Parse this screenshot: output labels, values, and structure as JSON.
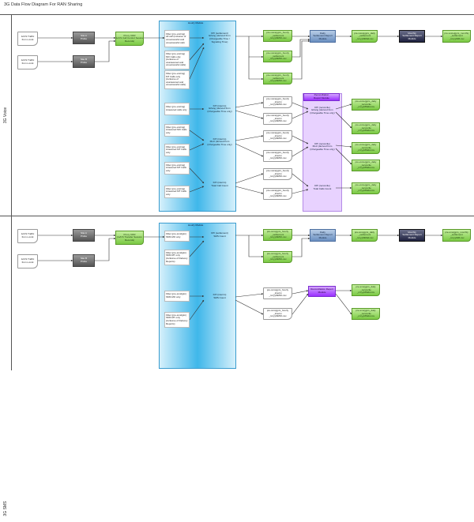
{
  "title": "3G Data Flow Diagram For  RAN Sharing",
  "lanes": {
    "voice": "3G Voice",
    "sms": "3G SMS"
  },
  "voice": {
    "hourly_title": "Hourly Module",
    "traffic_a": "Iu/CS Traffic\nfrom s-Link",
    "traffic_b": "Iu/CS Traffic\nfrom s-Link",
    "probe_a": "Site A\nProbe",
    "probe_b": "Site B\nProbe",
    "proxy": "Proxy CDR\n(Iu/CS Call Control Session\nRecords)",
    "filter1": "Filter (pre-voicing) All call (inclusive of unsuccessful and unsuccessful call)",
    "filter2": "Filter (pre-voicing) MO Calls only (inclusive of unanswered and unsuccessful calls)",
    "filter3": "Filter (pre-voicing) MT Calls only (inclusive of unanswered and unsuccessful calls)",
    "filter4": "Filter (pre-voicing) Answered calls only",
    "filter5": "Filter (pre-voicing) Answered MO Calls only",
    "filter6": "Filter (pre-voicing) Answered MT Calls only",
    "filter7": "Filter (pre-voicing) Answered MT Calls only",
    "kpi1": "KPI (settlement)\nErlang (derived from\n(Chargeable Time /\nSignaling Time)",
    "kpi2": "KPI (interim)\nErlang (derived from\n(Chargeable Time only)",
    "kpi3": "KPI (interim)\nMoU (derived from\n(Chargeable Time only)",
    "kpi4": "KPI (interim)\nTotal Call Count",
    "out1": "pre-voice|gprs_hourly\n_settlement\n_rccyyMMhh.csv",
    "out2": "pre-voice|gprs_hourly\n_settlement\n_rccyyMMhh.csv",
    "out3": "pre-voice|gprs_hourly\n_settlement\n_rccyyMMhh.csv",
    "int1": "pre-voice|gprs_hourly\n_interim\n_rccyyMMhh.csv",
    "int2": "pre-voice|gprs_hourly\n_interim\n_rccyyMMhh.csv",
    "int3": "pre-voice|gprs_hourly\n_interim\n_rccyyMMhh.csv",
    "int4": "pre-voice|gprs_hourly\n_interim\n_rccyyMMhh.csv",
    "int5": "pre-voice|gprs_hourly\n_interim\n_rccyyMMhh.csv",
    "int6": "pre-voice|gprs_hourly\n_interim\n_rccyyMMhh.csv",
    "daily_set": "pre-voice|gprs_daily\n_settlement\n_rccyyMMdd.csv",
    "daily_report": "Daily\nSettlement Report\nModule",
    "monthly_report": "Monthly\nSettlement Report\nModule",
    "monthly_out": "pre-voice|gprs_monthly\n_settlement\n_rccyyMM.csv",
    "recon_title": "Reconciliation\nReport Module",
    "recon_kpi1": "KPI (reconcile)\nErlang (derived from\n(Chargeable Time only)",
    "recon_kpi2": "KPI (reconcile)\nMoU (derived from\n(Chargeable Time only)",
    "recon_kpi3": "KPI (reconcile)\nTotal Calls Count",
    "recon_out1": "pre-voice|gprs_daily\n_reconcile\n_rccyyMMdd.csv",
    "recon_out2": "pre-voice|gprs_daily\n_reconcile\n_rccyyMMdd.csv",
    "recon_out3": "pre-voice|gprs_daily\n_reconcile\n_rccyyMMdd.csv",
    "recon_out4": "pre-voice|gprs_daily\n_reconcile\n_rccyyMMdd.csv",
    "recon_out5": "pre-voice|gprs_daily\n_reconcile\n_rccyyMMdd.csv"
  },
  "sms": {
    "hourly_title": "Hourly Module",
    "traffic_a": "Iu/CS Traffic\nfrom s-Link",
    "traffic_b": "Iu/CS Traffic\nfrom s-Link",
    "probe_a": "Site A\nProbe",
    "probe_b": "Site B\nProbe",
    "proxy": "Proxy CDR\n(Iu/CS Transfer Session\nRecords)",
    "filter1": "Filter (pre-smsfgtm) SMS MO only",
    "filter2": "Filter (pre-smsfgtm) SMS MT only (inclusive of Delivery Reports)",
    "filter3": "Filter (pre-smsfgtm) SMS MO only",
    "filter4": "Filter (pre-smsfgtm) SMS MT only (inclusive of Delivery Reports)",
    "kpi1": "KPI (settlement)\nSMS Count",
    "kpi2": "KPI (interim)\nSMS Count",
    "out1": "pre-sms|gprs_hourly\n_settlement\n_rccyyMMhh.csv",
    "out2": "pre-sms|gprs_hourly\n_settlement\n_rccyyMMhh.csv",
    "int1": "pre-sms|gprs_hourly\n_interim\n_rccyyMMhh.csv",
    "int2": "pre-sms|gprs_hourly\n_interim\n_rccyyMMhh.csv",
    "daily_set": "pre-sms|gprs_daily\n_settlement\n_rccyyMMdd.csv",
    "daily_report": "Daily\nSettlement Report\nModule",
    "monthly_report": "Monthly\nSettlement Report\nModule",
    "monthly_out": "pre-sms|gprs_monthly\n_settlement\n_rccyyMM.csv",
    "recon_title": "Reconciliation Report\nModule",
    "recon_out1": "pre-sms|gprs_daily\n_reconcile\n_rccyyMMdd.csv",
    "recon_out2": "pre-sms|gprs_daily\n_reconcile\n_rccyyMMdd.csv"
  }
}
